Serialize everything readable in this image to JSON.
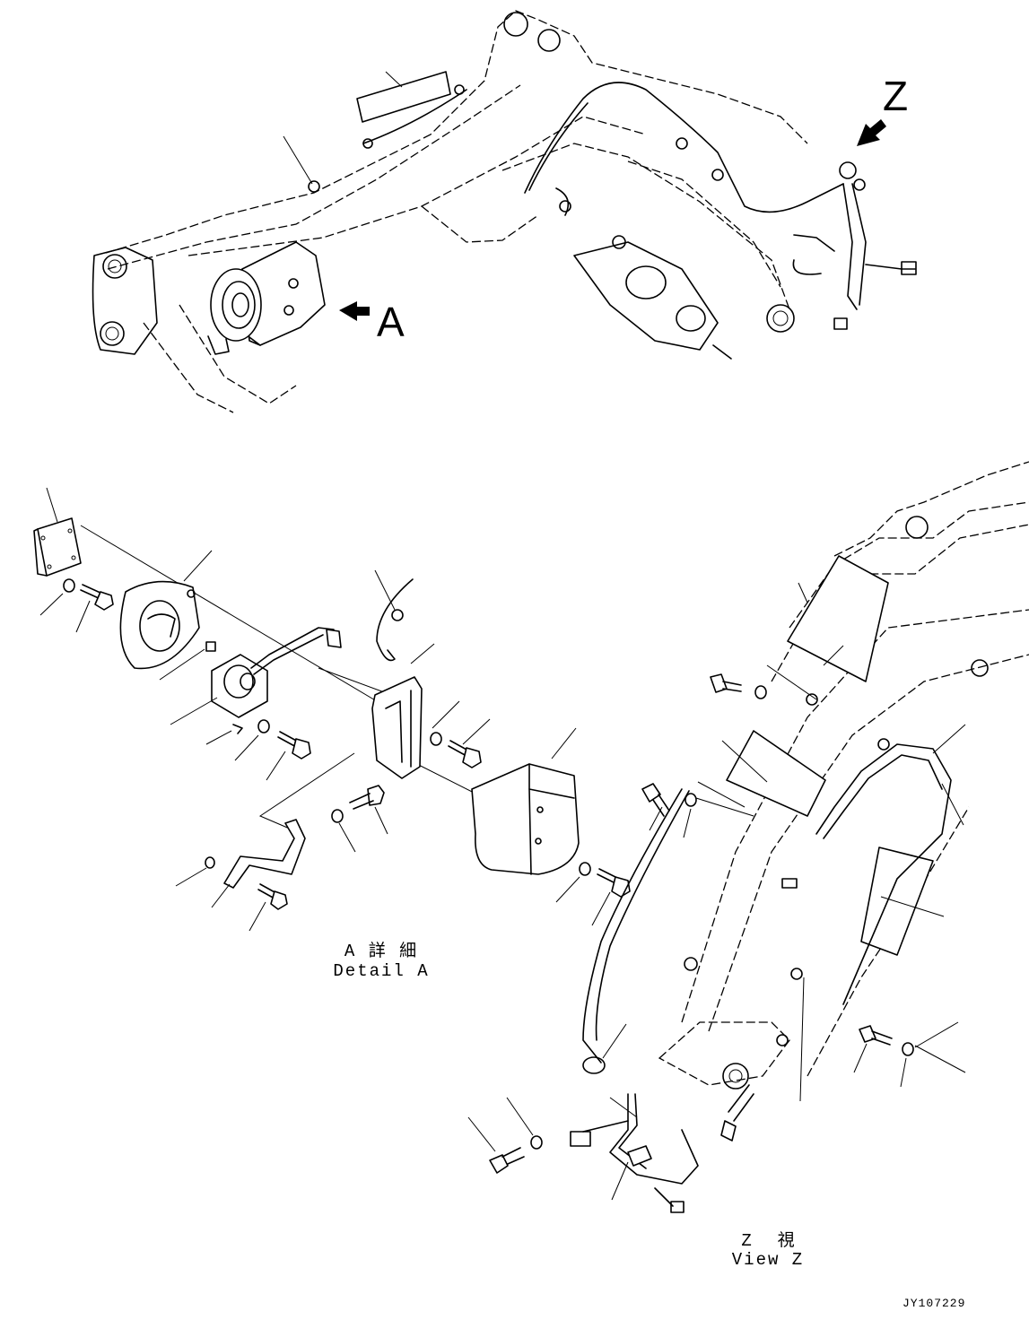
{
  "figure_code": "JY107229",
  "arrow_labels": {
    "view_a": "A",
    "view_z": "Z"
  },
  "detail_a": {
    "caption_jp": "A 詳 細",
    "caption_en": "Detail A"
  },
  "view_z": {
    "caption_jp": "Z  視",
    "caption_en": "View Z"
  }
}
